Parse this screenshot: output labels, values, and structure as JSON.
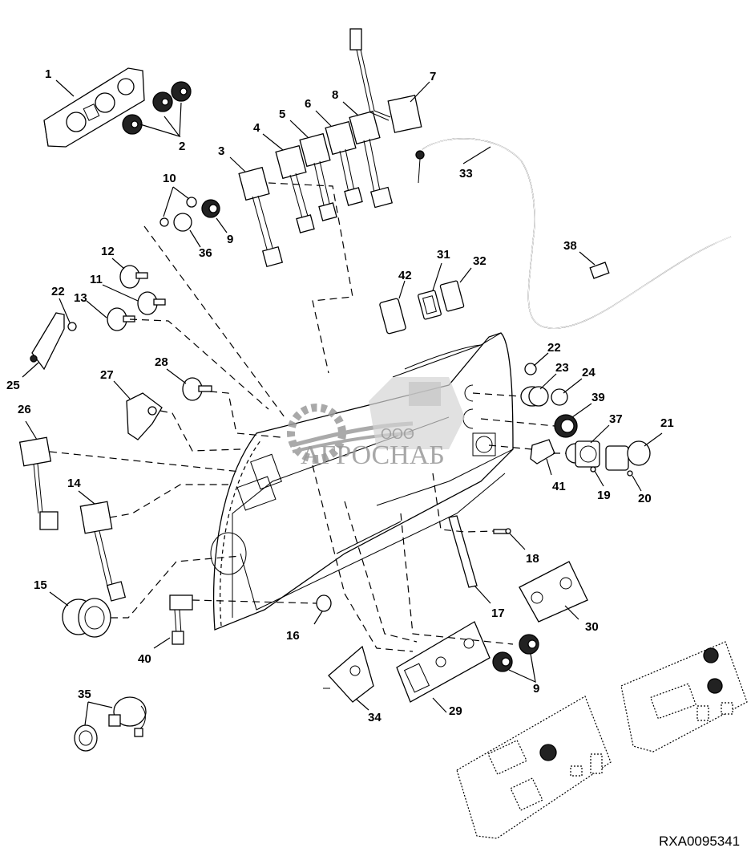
{
  "diagram": {
    "title": "Instrument panel exploded parts view",
    "reference_code": "RXA0095341",
    "watermark": {
      "prefix": "ООО",
      "brand": "АГРОСНАБ"
    },
    "callouts": [
      {
        "id": "c1",
        "label": "1"
      },
      {
        "id": "c2",
        "label": "2"
      },
      {
        "id": "c3",
        "label": "3"
      },
      {
        "id": "c4",
        "label": "4"
      },
      {
        "id": "c5",
        "label": "5"
      },
      {
        "id": "c6",
        "label": "6"
      },
      {
        "id": "c7",
        "label": "7"
      },
      {
        "id": "c8",
        "label": "8"
      },
      {
        "id": "c9a",
        "label": "9"
      },
      {
        "id": "c9b",
        "label": "9"
      },
      {
        "id": "c10",
        "label": "10"
      },
      {
        "id": "c11",
        "label": "11"
      },
      {
        "id": "c12",
        "label": "12"
      },
      {
        "id": "c13",
        "label": "13"
      },
      {
        "id": "c14",
        "label": "14"
      },
      {
        "id": "c15",
        "label": "15"
      },
      {
        "id": "c16",
        "label": "16"
      },
      {
        "id": "c17",
        "label": "17"
      },
      {
        "id": "c18",
        "label": "18"
      },
      {
        "id": "c19",
        "label": "19"
      },
      {
        "id": "c20",
        "label": "20"
      },
      {
        "id": "c21",
        "label": "21"
      },
      {
        "id": "c22a",
        "label": "22"
      },
      {
        "id": "c22b",
        "label": "22"
      },
      {
        "id": "c23",
        "label": "23"
      },
      {
        "id": "c24",
        "label": "24"
      },
      {
        "id": "c25",
        "label": "25"
      },
      {
        "id": "c26",
        "label": "26"
      },
      {
        "id": "c27",
        "label": "27"
      },
      {
        "id": "c28",
        "label": "28"
      },
      {
        "id": "c29",
        "label": "29"
      },
      {
        "id": "c30",
        "label": "30"
      },
      {
        "id": "c31",
        "label": "31"
      },
      {
        "id": "c32",
        "label": "32"
      },
      {
        "id": "c33",
        "label": "33"
      },
      {
        "id": "c34",
        "label": "34"
      },
      {
        "id": "c35",
        "label": "35"
      },
      {
        "id": "c36",
        "label": "36"
      },
      {
        "id": "c37",
        "label": "37"
      },
      {
        "id": "c38",
        "label": "38"
      },
      {
        "id": "c39",
        "label": "39"
      },
      {
        "id": "c40",
        "label": "40"
      },
      {
        "id": "c41",
        "label": "41"
      },
      {
        "id": "c42",
        "label": "42"
      }
    ],
    "colors": {
      "ink": "#000000",
      "paper": "#ffffff",
      "watermark": "#9a9a9a"
    }
  }
}
